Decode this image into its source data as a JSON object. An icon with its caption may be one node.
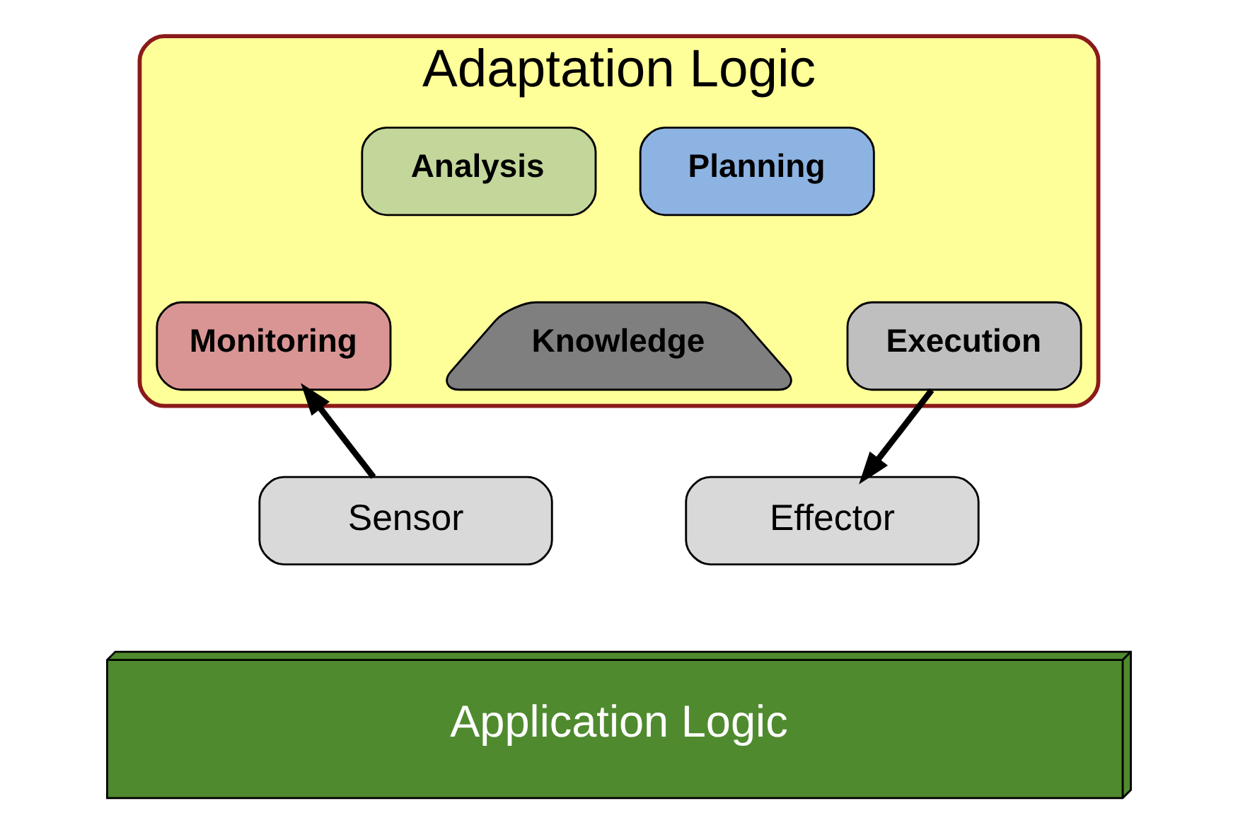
{
  "diagram": {
    "nodes": [
      {
        "text": [
          "Adaptation Logic"
        ]
      },
      {
        "text": [
          "Analysis"
        ],
        "in": 0
      },
      {
        "text": [
          "Planning"
        ],
        "in": 0
      },
      {
        "text": [
          "Monitoring"
        ],
        "in": 0
      },
      {
        "text": [
          "Knowledge"
        ],
        "in": 0
      },
      {
        "text": [
          "Execution"
        ],
        "in": 0
      },
      {
        "text": [
          "Sensor"
        ]
      },
      {
        "text": [
          "Effector"
        ]
      },
      {
        "text": [
          "Application Logic"
        ]
      }
    ],
    "edges": [
      {
        "from": 6,
        "to": 3,
        "arrow": "to"
      },
      {
        "from": 5,
        "to": 7,
        "arrow": "to"
      }
    ]
  }
}
